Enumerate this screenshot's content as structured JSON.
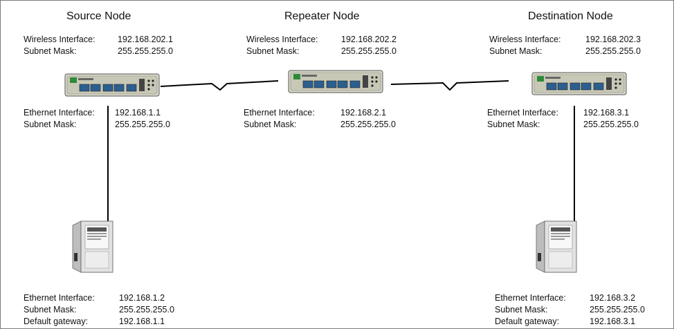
{
  "nodes": {
    "source": {
      "title": "Source Node",
      "wireless_label": "Wireless Interface:",
      "wireless_ip": "192.168.202.1",
      "wireless_mask_label": "Subnet Mask:",
      "wireless_mask": "255.255.255.0",
      "ethernet_label": "Ethernet Interface:",
      "ethernet_ip": "192.168.1.1",
      "ethernet_mask_label": "Subnet Mask:",
      "ethernet_mask": "255.255.255.0"
    },
    "repeater": {
      "title": "Repeater Node",
      "wireless_label": "Wireless Interface:",
      "wireless_ip": "192.168.202.2",
      "wireless_mask_label": "Subnet Mask:",
      "wireless_mask": "255.255.255.0",
      "ethernet_label": "Ethernet Interface:",
      "ethernet_ip": "192.168.2.1",
      "ethernet_mask_label": "Subnet Mask:",
      "ethernet_mask": "255.255.255.0"
    },
    "destination": {
      "title": "Destination Node",
      "wireless_label": "Wireless Interface:",
      "wireless_ip": "192.168.202.3",
      "wireless_mask_label": "Subnet Mask:",
      "wireless_mask": "255.255.255.0",
      "ethernet_label": "Ethernet Interface:",
      "ethernet_ip": "192.168.3.1",
      "ethernet_mask_label": "Subnet Mask:",
      "ethernet_mask": "255.255.255.0"
    }
  },
  "meters": {
    "left": {
      "ethernet_label": "Ethernet Interface:",
      "ethernet_ip": "192.168.1.2",
      "mask_label": "Subnet Mask:",
      "mask": "255.255.255.0",
      "gateway_label": "Default gateway:",
      "gateway": "192.168.1.1"
    },
    "right": {
      "ethernet_label": "Ethernet Interface:",
      "ethernet_ip": "192.168.3.2",
      "mask_label": "Subnet Mask:",
      "mask": "255.255.255.0",
      "gateway_label": "Default gateway:",
      "gateway": "192.168.3.1"
    }
  },
  "colors": {
    "device_body": "#d9d9c9",
    "device_logo": "#2f8a3a",
    "port": "#2b5f8f",
    "link": "#000000"
  }
}
